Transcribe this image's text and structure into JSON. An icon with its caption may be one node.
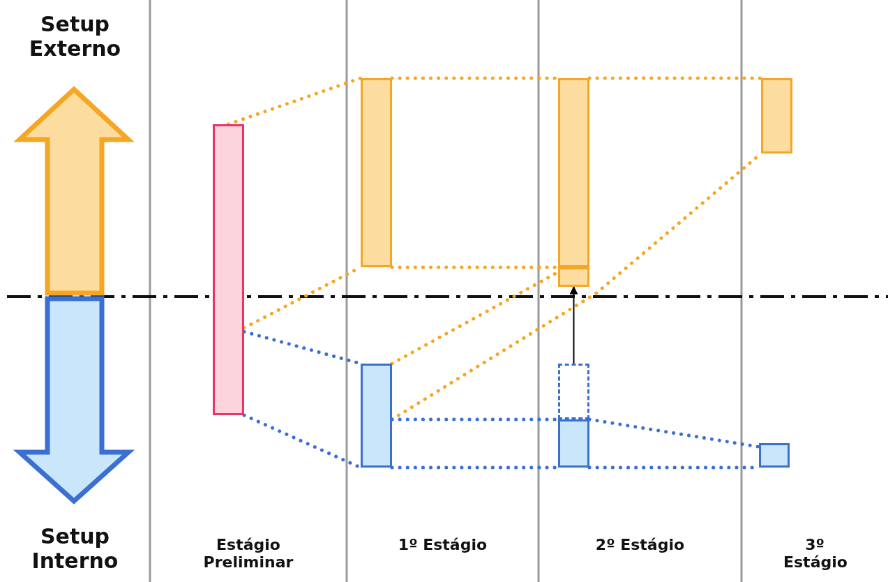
{
  "diagram": {
    "nodes": [
      {
        "text": [],
        "shape": "bar"
      },
      {
        "text": [],
        "shape": "bar"
      },
      {
        "text": [],
        "shape": "bar"
      },
      {
        "text": [],
        "shape": "bar"
      },
      {
        "text": [],
        "shape": "bar"
      },
      {
        "text": [],
        "shape": "box"
      },
      {
        "text": [],
        "shape": "bar"
      },
      {
        "text": [],
        "shape": "bar"
      },
      {
        "text": [],
        "shape": "bar"
      }
    ],
    "edges": [
      {
        "from": 0,
        "to": 1,
        "arrow": "none",
        "style": "dashed",
        "color": "#f5a623"
      },
      {
        "from": 0,
        "to": 1,
        "arrow": "none",
        "style": "dashed",
        "color": "#f5a623"
      },
      {
        "from": 0,
        "to": 2,
        "arrow": "none",
        "style": "dashed",
        "color": "#3b6fd1"
      },
      {
        "from": 0,
        "to": 2,
        "arrow": "none",
        "style": "dashed",
        "color": "#3b6fd1"
      },
      {
        "from": 1,
        "to": 3,
        "arrow": "none",
        "style": "dashed",
        "color": "#f5a623"
      },
      {
        "from": 3,
        "to": 7,
        "arrow": "none",
        "style": "dashed",
        "color": "#f5a623"
      },
      {
        "from": 1,
        "to": 4,
        "arrow": "none",
        "style": "dashed",
        "color": "#f5a623"
      },
      {
        "from": 2,
        "to": 4,
        "arrow": "none",
        "style": "dashed",
        "color": "#f5a623"
      },
      {
        "from": 2,
        "to": 7,
        "arrow": "none",
        "style": "dashed",
        "color": "#f5a623"
      },
      {
        "from": 2,
        "to": 6,
        "arrow": "none",
        "style": "dashed",
        "color": "#3b6fd1"
      },
      {
        "from": 6,
        "to": 8,
        "arrow": "none",
        "style": "dashed",
        "color": "#3b6fd1"
      },
      {
        "from": 2,
        "to": 6,
        "arrow": "none",
        "style": "dashed",
        "color": "#3b6fd1"
      },
      {
        "from": 6,
        "to": 8,
        "arrow": "none",
        "style": "dashed",
        "color": "#3b6fd1"
      },
      {
        "from": 5,
        "to": 4,
        "arrow": "to",
        "color": "#000000"
      }
    ],
    "labels": [
      "Setup Externo",
      "Setup Interno",
      "Estágio Preliminar",
      "1º Estágio",
      "2º Estágio",
      "3º Estágio"
    ]
  }
}
